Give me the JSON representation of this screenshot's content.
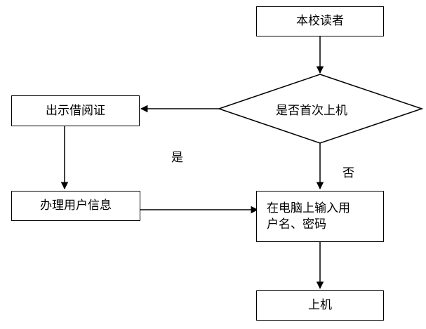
{
  "colors": {
    "stroke": "#000000",
    "background": "#ffffff"
  },
  "nodes": {
    "reader": "本校读者",
    "decision": "是否首次上机",
    "show_card": "出示借阅证",
    "register": "办理用户信息",
    "login_line1": "在电脑上输入用",
    "login_line2": "户名、密码",
    "online": "上机"
  },
  "edges": {
    "yes_label": "是",
    "no_label": "否"
  }
}
